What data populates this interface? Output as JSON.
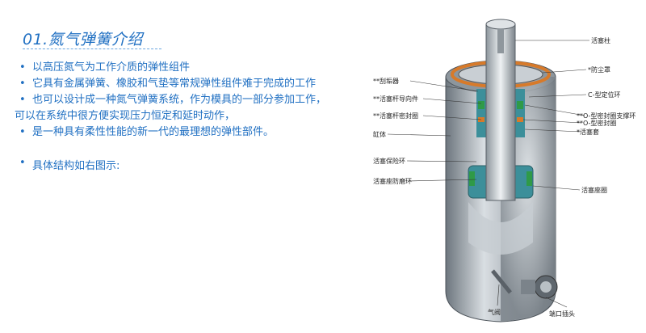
{
  "title": "01.氮气弹簧介绍",
  "bullets": [
    "以高压氮气为工作介质的弹性组件",
    "它具有金属弹簧、橡胶和气垫等常规弹性组件难于完成的工作",
    "也可以设计成一种氮气弹簧系统，作为模具的一部分参加工作，",
    "可以在系统中很方便实现压力恒定和延时动作，",
    "是一种具有柔性性能的新一代的最理想的弹性部件。"
  ],
  "structure_note": "具体结构如右图示:",
  "bullet_glyph": "•",
  "labels": {
    "piston_rod": "活塞柱",
    "dust_cover": "*防尘罩",
    "wiper": "**刮垢器",
    "c_ring": "C-型定位环",
    "rod_guide": "**活塞杆导向件",
    "o_ring_support": "**O-型密封圈支撑环",
    "o_ring": "**O-型密封圈",
    "rod_seal": "**活塞杆密封圈",
    "piston_sleeve": "*活塞套",
    "cylinder": "缸体",
    "retaining_ring": "活塞保险环",
    "wear_ring": "活塞座防磨环",
    "piston_seat": "活塞座圈",
    "valve": "气阀",
    "plug": "端口插头"
  },
  "colors": {
    "accent": "#1f6fc2",
    "steel": "#9aa3ab",
    "teal": "#3c8f9a",
    "orange": "#d77a2a",
    "green": "#2f9a48"
  }
}
